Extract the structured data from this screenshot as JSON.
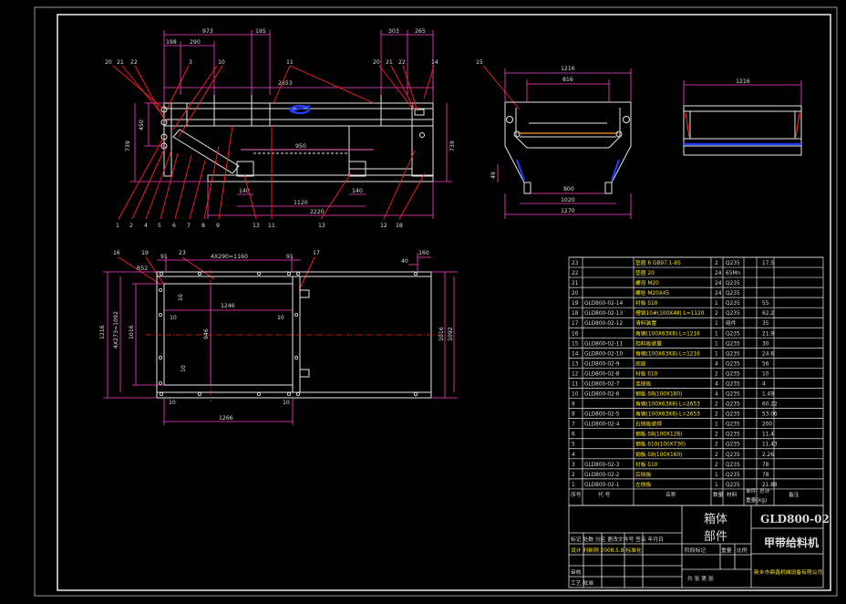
{
  "colors": {
    "background": "#000000",
    "line": "#e6e6e6",
    "dimension": "#ff40d0",
    "leader": "#ff2020",
    "accent": "#2040ff",
    "table_text": "#ffe600"
  },
  "dims": {
    "d973": "973",
    "d195": "195",
    "d198": "198",
    "d290": "290",
    "d2653": "2653",
    "d450": "450",
    "d739": "739",
    "d739r": "739",
    "d950": "950",
    "d140a": "140",
    "d140b": "140",
    "d1120": "1120",
    "d2220": "2220",
    "d303": "303",
    "d265": "265",
    "d1216a": "1216",
    "d816": "816",
    "d49": "49",
    "d800": "800",
    "d1020": "1020",
    "d1270": "1270",
    "d1216b": "1216",
    "d4x290": "4X290=1160",
    "d91a": "91",
    "d91b": "91",
    "d160": "160",
    "d40": "40",
    "d1216c": "1216",
    "d4x273": "4X273=1092",
    "d1016": "1016",
    "d1246": "1246",
    "d10a": "10",
    "d10b": "10",
    "d10c": "10",
    "d10d": "10",
    "d10e": "10",
    "d10f": "10",
    "d946": "946",
    "d1266": "1266",
    "d1016r": "1016",
    "d1092r": "1092"
  },
  "callouts_top": [
    "20",
    "21",
    "22",
    "3",
    "10",
    "11",
    "20",
    "21",
    "22",
    "14",
    "15"
  ],
  "callouts_bottom": [
    "1",
    "2",
    "4",
    "5",
    "6",
    "7",
    "8",
    "9",
    "13",
    "11",
    "13",
    "12",
    "18"
  ],
  "callouts_plan": [
    "16",
    "19",
    "23",
    "17",
    "R52"
  ],
  "bom": [
    {
      "no": "23",
      "code": "",
      "name": "垫圈 8 GB97.1-85",
      "qty": "2",
      "mat": "Q235",
      "w": "17.5"
    },
    {
      "no": "22",
      "code": "",
      "name": "垫圈 20",
      "qty": "24",
      "mat": "65Mn",
      "w": ""
    },
    {
      "no": "21",
      "code": "",
      "name": "螺母 M20",
      "qty": "24",
      "mat": "Q235",
      "w": ""
    },
    {
      "no": "20",
      "code": "",
      "name": "螺栓 M20X45",
      "qty": "24",
      "mat": "Q235",
      "w": ""
    },
    {
      "no": "19",
      "code": "GLD800-02-14",
      "name": "衬板 δ10",
      "qty": "1",
      "mat": "Q235",
      "w": "55"
    },
    {
      "no": "18",
      "code": "GLD800-02-13",
      "name": "槽钢10#(100X48) L=1120",
      "qty": "2",
      "mat": "Q235",
      "w": "62.2"
    },
    {
      "no": "17",
      "code": "GLD800-02-12",
      "name": "清料装置",
      "qty": "1",
      "mat": "组件",
      "w": "35"
    },
    {
      "no": "16",
      "code": "",
      "name": "角钢(100X63X8) L=1216",
      "qty": "1",
      "mat": "Q235",
      "w": "21.9"
    },
    {
      "no": "15",
      "code": "GLD800-02-11",
      "name": "挡料板装置",
      "qty": "1",
      "mat": "Q235",
      "w": "30"
    },
    {
      "no": "14",
      "code": "GLD800-02-10",
      "name": "角钢(100X63X8) L=1216",
      "qty": "1",
      "mat": "Q235",
      "w": "24.6"
    },
    {
      "no": "13",
      "code": "GLD800-02-9",
      "name": "底座",
      "qty": "4",
      "mat": "Q235",
      "w": "56"
    },
    {
      "no": "12",
      "code": "GLD800-02-8",
      "name": "衬板 δ10",
      "qty": "2",
      "mat": "Q235",
      "w": "10"
    },
    {
      "no": "11",
      "code": "GLD800-02-7",
      "name": "连接板",
      "qty": "4",
      "mat": "Q235",
      "w": "4"
    },
    {
      "no": "10",
      "code": "GLD800-02-6",
      "name": "钢板 δ8(100X180)",
      "qty": "4",
      "mat": "Q235",
      "w": "1.49"
    },
    {
      "no": "9",
      "code": "",
      "name": "角钢(100X63X8) L=2653",
      "qty": "2",
      "mat": "Q235",
      "w": "60.22"
    },
    {
      "no": "8",
      "code": "GLD800-02-5",
      "name": "角钢(100X63X8) L=2653",
      "qty": "2",
      "mat": "Q235",
      "w": "53.06"
    },
    {
      "no": "7",
      "code": "GLD800-02-4",
      "name": "右侧板装焊",
      "qty": "1",
      "mat": "Q235",
      "w": "200"
    },
    {
      "no": "6",
      "code": "",
      "name": "钢板 δ8(100X128)",
      "qty": "2",
      "mat": "Q235",
      "w": "11.4"
    },
    {
      "no": "5",
      "code": "",
      "name": "钢板 δ10(100X730)",
      "qty": "2",
      "mat": "Q235",
      "w": "11.43"
    },
    {
      "no": "4",
      "code": "",
      "name": "钢板 δ8(100X160)",
      "qty": "2",
      "mat": "Q235",
      "w": "2.26"
    },
    {
      "no": "3",
      "code": "GLD800-02-3",
      "name": "衬板 δ10",
      "qty": "2",
      "mat": "Q235",
      "w": "78"
    },
    {
      "no": "2",
      "code": "GLD800-02-2",
      "name": "后挡板",
      "qty": "1",
      "mat": "Q235",
      "w": "78"
    },
    {
      "no": "1",
      "code": "GLD800-02-1",
      "name": "左侧板",
      "qty": "1",
      "mat": "Q235",
      "w": "21.88"
    }
  ],
  "bom_header": {
    "no": "序号",
    "code": "代 号",
    "name": "名称",
    "qty": "数量",
    "mat": "材料",
    "unit_w": "单件",
    "total_w": "总计",
    "weight": "重量(kg)",
    "note": "备注"
  },
  "title_block": {
    "part_name_1": "箱体",
    "part_name_2": "部件",
    "drawing_no": "GLD800-02",
    "product": "甲带给料机",
    "company": "新乡市鼎鑫机械设备有限公司",
    "stage": "阶段标记",
    "weight": "重量",
    "scale": "比例",
    "sheets": "共  张  第  张",
    "row1": "标记  处数  分区  更改文件号  签名  年月日",
    "row2": "设计  刘新刚  2008.5.8  标准化",
    "row3": "审核",
    "row4": "工艺          批准"
  }
}
